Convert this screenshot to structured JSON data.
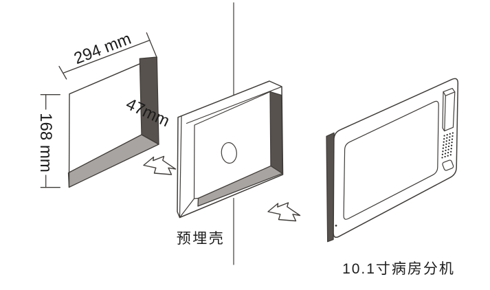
{
  "diagram": {
    "cutout": {
      "width_label": "294 mm",
      "height_label": "168 mm",
      "depth_label": "47mm"
    },
    "shell": {
      "label": "预埋壳"
    },
    "device": {
      "label": "10.1寸病房分机"
    },
    "icons": {
      "insert_arrow": "insertion-direction-arrow",
      "arrow_count": 2
    },
    "colors": {
      "background": "#ffffff",
      "line": "#3f3c39",
      "panel_dark": "#58524e",
      "panel_light": "#a8a4a1",
      "text": "#1c1c1c"
    }
  }
}
